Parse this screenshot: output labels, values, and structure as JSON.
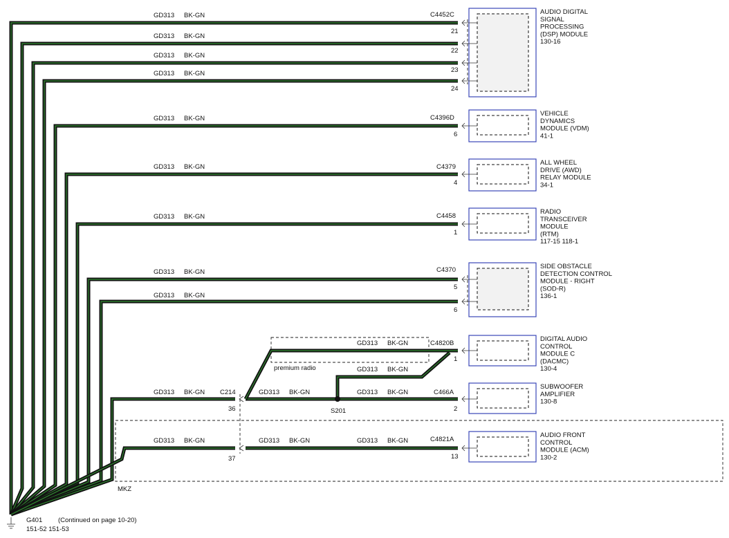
{
  "circuit": "GD313",
  "color": "BK-GN",
  "colors": {
    "wire_outer": "#111111",
    "wire_inner": "#2f7d2f",
    "module_border": "#3a46b8"
  },
  "modules": [
    {
      "id": "dsp",
      "lines": [
        "AUDIO DIGITAL",
        "SIGNAL",
        "PROCESSING",
        "(DSP) MODULE",
        "130-16"
      ]
    },
    {
      "id": "vdm",
      "lines": [
        "VEHICLE",
        "DYNAMICS",
        "MODULE (VDM)",
        "41-1"
      ]
    },
    {
      "id": "awd",
      "lines": [
        "ALL WHEEL",
        "DRIVE (AWD)",
        "RELAY MODULE",
        "34-1"
      ]
    },
    {
      "id": "rtm",
      "lines": [
        "RADIO",
        "TRANSCEIVER",
        "MODULE",
        "(RTM)",
        "117-15 118-1"
      ]
    },
    {
      "id": "sodr",
      "lines": [
        "SIDE OBSTACLE",
        "DETECTION CONTROL",
        "MODULE - RIGHT",
        "(SOD-R)",
        "136-1"
      ]
    },
    {
      "id": "dacmc",
      "lines": [
        "DIGITAL AUDIO",
        "CONTROL",
        "MODULE C",
        "(DACMC)",
        "130-4"
      ]
    },
    {
      "id": "sub",
      "lines": [
        "SUBWOOFER",
        "AMPLIFIER",
        "130-8"
      ]
    },
    {
      "id": "acm",
      "lines": [
        "AUDIO FRONT",
        "CONTROL",
        "MODULE (ACM)",
        "130-2"
      ]
    }
  ],
  "connectors": {
    "dsp": "C4452C",
    "vdm": "C4396D",
    "awd": "C4379",
    "rtm": "C4458",
    "sodr": "C4370",
    "dacmc": "C4820B",
    "sub": "C466A",
    "acm": "C4821A",
    "inline": "C214"
  },
  "pins": {
    "dsp": [
      "21",
      "22",
      "23",
      "24"
    ],
    "vdm": "6",
    "awd": "4",
    "rtm": "1",
    "sodr": [
      "5",
      "6"
    ],
    "dacmc": "1",
    "sub": "2",
    "acm": "13",
    "inline": [
      "36",
      "37"
    ]
  },
  "splice": "S201",
  "option_labels": {
    "premium": "premium radio",
    "mkz": "MKZ"
  },
  "ground": {
    "name": "G401",
    "note": "(Continued on page 10-20)",
    "refs": "151-52  151-53"
  }
}
